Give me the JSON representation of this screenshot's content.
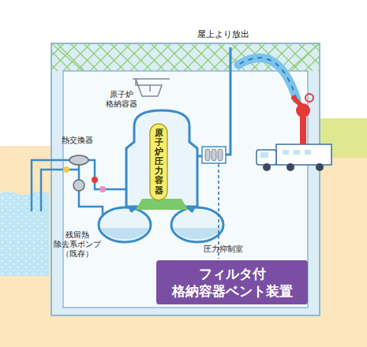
{
  "diagram": {
    "nodes": [
      {
        "text": [
          "原子炉圧力容器"
        ]
      },
      {
        "text": [
          "フィルタ付 格納容器ベント装置"
        ]
      }
    ],
    "labels": [
      "屋上より放出",
      "原子炉 格納容器",
      "熱交換器",
      "残留熱 除去系ポンプ （既存）",
      "圧力抑制室"
    ]
  }
}
